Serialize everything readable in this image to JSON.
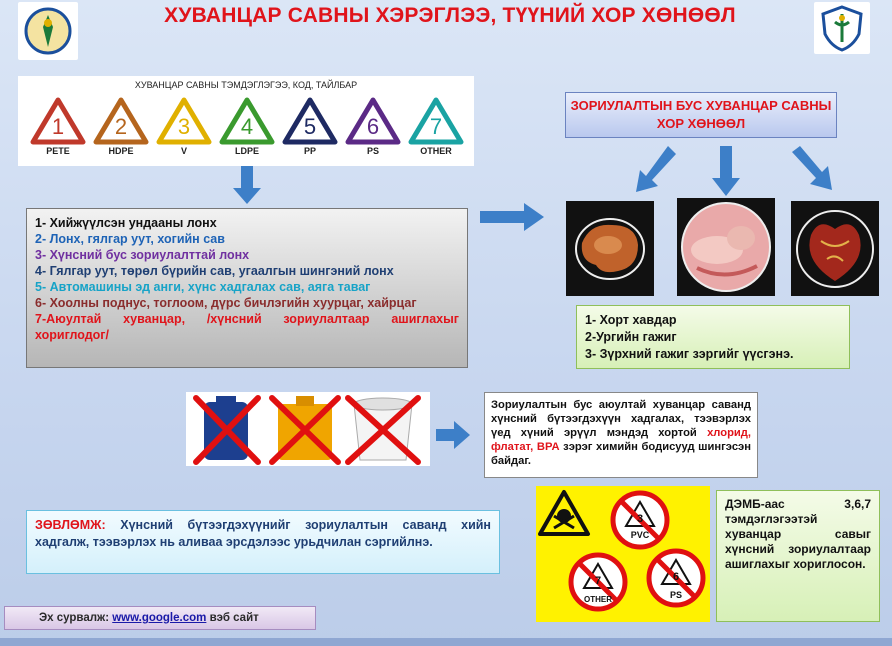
{
  "title": "ХУВАНЦАР САВНЫ ХЭРЭГЛЭЭ, ТҮҮНИЙ ХОР ХӨНӨӨЛ",
  "codes": {
    "heading": "ХУВАНЦАР САВНЫ ТЭМДЭГЛЭГЭЭ, КОД, ТАЙЛБАР",
    "items": [
      {
        "number": "1",
        "label": "PETE",
        "color": "#c0392b"
      },
      {
        "number": "2",
        "label": "HDPE",
        "color": "#b5651d"
      },
      {
        "number": "3",
        "label": "V",
        "color": "#e0b000"
      },
      {
        "number": "4",
        "label": "LDPE",
        "color": "#3a9a2e"
      },
      {
        "number": "5",
        "label": "PP",
        "color": "#1e2a63"
      },
      {
        "number": "6",
        "label": "PS",
        "color": "#5b2a86"
      },
      {
        "number": "7",
        "label": "OTHER",
        "color": "#1aa3a3"
      }
    ]
  },
  "uses": [
    "1-  Хийжүүлсэн ундааны лонх",
    "2- Лонх, гялгар уут, хогийн сав",
    "3- Хүнсний бус зориулалттай лонх",
    "4- Гялгар уут, төрөл бүрийн сав, угаалгын шингэний лонх",
    "5- Автомашины эд анги, хүнс хадгалах сав, аяга таваг",
    "6-  Хоолны поднус, тоглоом, дүрс бичлэгийн хуурцаг, хайрцаг",
    "7-Аюултай хуванцар, /хүнсний зориулалтаар ашиглахыг хориглодог/"
  ],
  "harm_title": "ЗОРИУЛАЛТЫН БУС ХУВАНЦАР САВНЫ ХОР  ХӨНӨӨЛ",
  "harm_items": [
    "1- Хорт хавдар",
    "2-Ургийн гажиг",
    "3- Зүрхний гажиг зэргийг  үүсгэнэ."
  ],
  "warning": {
    "text_main": "Зориулалтын бус аюултай хуванцар саванд хүнсний бүтээгдэхүүн хадгалах, тээвэрлэх үед хүний эрүүл мэндэд хортой ",
    "chemicals": "хлорид, флатат, ВРА",
    "text_end": " зэрэг химийн бодисууд шингэсэн байдаг."
  },
  "advice": {
    "lead": "ЗӨВЛӨМЖ:",
    "text": " Хүнсний бүтээгдэхүүнийг зориулалтын саванд хийн  хадгалж, тээвэрлэх нь аливаа эрсдэлээс урьдчилан сэргийлнэ."
  },
  "source": {
    "prefix": "Эх сурвалж: ",
    "link": "www.google.com",
    "suffix": " вэб сайт"
  },
  "ban_labels": {
    "pvc": "PVC",
    "other": "OTHER",
    "ps": "PS",
    "num_pvc": "3",
    "num_other": "7",
    "num_ps": "6"
  },
  "who_note": "ДЭМБ-аас 3,6,7 тэмдэглэгээтэй хуванцар савыг хүнсний зориулалтаар ашиглахыг хориглосон.",
  "colors": {
    "accent_red": "#e0141b",
    "arrow_blue": "#3d7fc8"
  }
}
